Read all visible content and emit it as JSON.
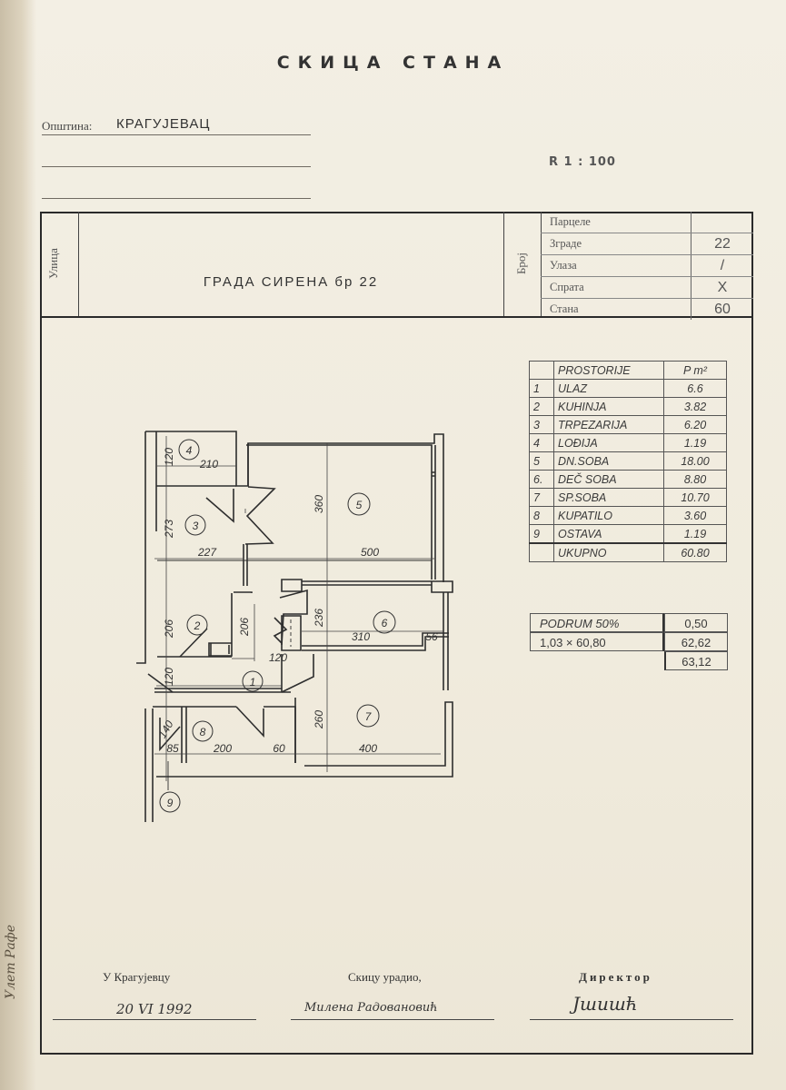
{
  "document": {
    "title": "СКИЦА СТАНА",
    "opstina_label": "Општина:",
    "opstina_value": "КРАГУЈЕВАЦ",
    "scale": "R 1 : 100"
  },
  "header": {
    "street_label": "Улица",
    "street_value": "ГРАДА СИРЕНА бр 22",
    "number_label": "Број",
    "numbers": [
      {
        "label": "Парцеле",
        "value": ""
      },
      {
        "label": "Зграде",
        "value": "22"
      },
      {
        "label": "Улаза",
        "value": "/"
      },
      {
        "label": "Спрата",
        "value": "X"
      },
      {
        "label": "Стана",
        "value": "60"
      }
    ]
  },
  "rooms_table": {
    "header_name": "PROSTORIJE",
    "header_area": "P  m²",
    "rows": [
      {
        "no": "1",
        "name": "ULAZ",
        "area": "6.6"
      },
      {
        "no": "2",
        "name": "KUHINJA",
        "area": "3.82"
      },
      {
        "no": "3",
        "name": "TRPEZARIJA",
        "area": "6.20"
      },
      {
        "no": "4",
        "name": "LOĐIJA",
        "area": "1.19"
      },
      {
        "no": "5",
        "name": "DN.SOBA",
        "area": "18.00"
      },
      {
        "no": "6.",
        "name": "DEČ SOBA",
        "area": "8.80"
      },
      {
        "no": "7",
        "name": "SP.SOBA",
        "area": "10.70"
      },
      {
        "no": "8",
        "name": "KUPATILO",
        "area": "3.60"
      },
      {
        "no": "9",
        "name": "OSTAVA",
        "area": "1.19"
      }
    ],
    "total_label": "UKUPNO",
    "total_value": "60.80"
  },
  "summary": {
    "podrum_label": "PODRUM     50%",
    "podrum_value": "0,50",
    "calc_label": "1,03 × 60,80",
    "calc_value": "62,62",
    "grand_total": "63,12"
  },
  "plan": {
    "room_numbers": [
      "1",
      "2",
      "3",
      "4",
      "5",
      "6",
      "7",
      "8",
      "9"
    ],
    "dimensions": {
      "d120_top": "120",
      "d210": "210",
      "d273": "273",
      "d227": "227",
      "d360": "360",
      "d500": "500",
      "d206_left": "206",
      "d206_mid": "206",
      "d120_mid": "120",
      "d236": "236",
      "d310": "310",
      "d56": "56",
      "d120_low": "120",
      "d260": "260",
      "d140": "140",
      "d85": "85",
      "d200": "200",
      "d60": "60",
      "d400": "400"
    }
  },
  "footer": {
    "place_label": "У Крагујевцу",
    "date_value": "20 VI 1992",
    "drafted_label": "Скицу урадио,",
    "drafted_signature": "Милена Радовановић",
    "director_label": "Директор",
    "director_signature": "Јшишћ"
  },
  "side_note": "Улет Рафе"
}
